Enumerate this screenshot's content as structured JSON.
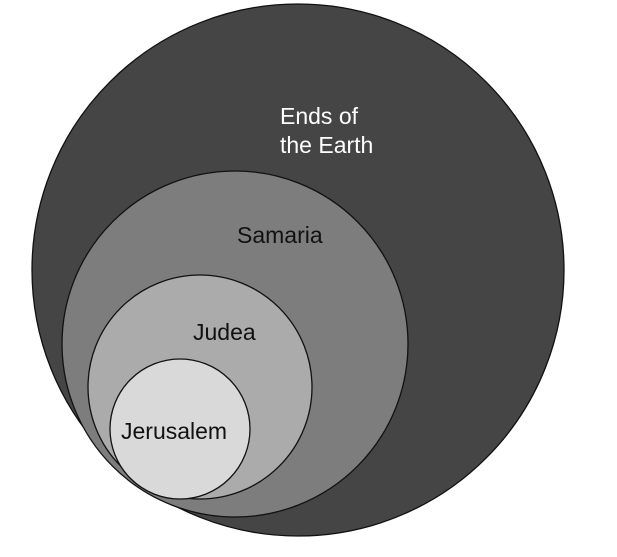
{
  "diagram": {
    "regions": [
      {
        "id": "earth",
        "label_lines": [
          "Ends of",
          "the Earth"
        ],
        "fill": "#454545",
        "text_color": "#ffffff"
      },
      {
        "id": "samaria",
        "label_lines": [
          "Samaria"
        ],
        "fill": "#7d7d7d",
        "text_color": "#111111"
      },
      {
        "id": "judea",
        "label_lines": [
          "Judea"
        ],
        "fill": "#ababab",
        "text_color": "#111111"
      },
      {
        "id": "jerusalem",
        "label_lines": [
          "Jerusalem"
        ],
        "fill": "#d9d9d9",
        "text_color": "#111111"
      }
    ]
  }
}
